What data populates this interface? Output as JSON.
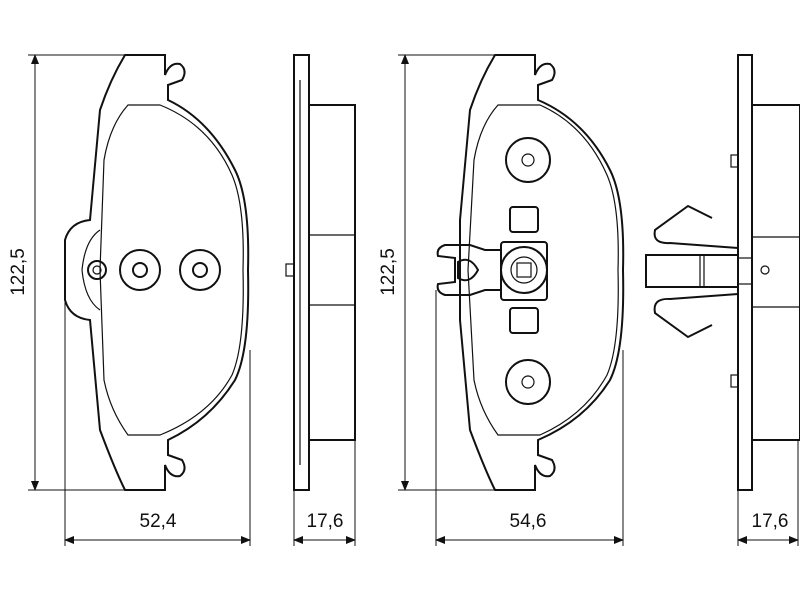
{
  "drawing": {
    "pad1": {
      "height_label": "122,5",
      "width_label": "52,4",
      "thickness_label": "17,6"
    },
    "pad2": {
      "height_label": "122,5",
      "width_label": "54,6",
      "thickness_label": "17,6"
    }
  }
}
